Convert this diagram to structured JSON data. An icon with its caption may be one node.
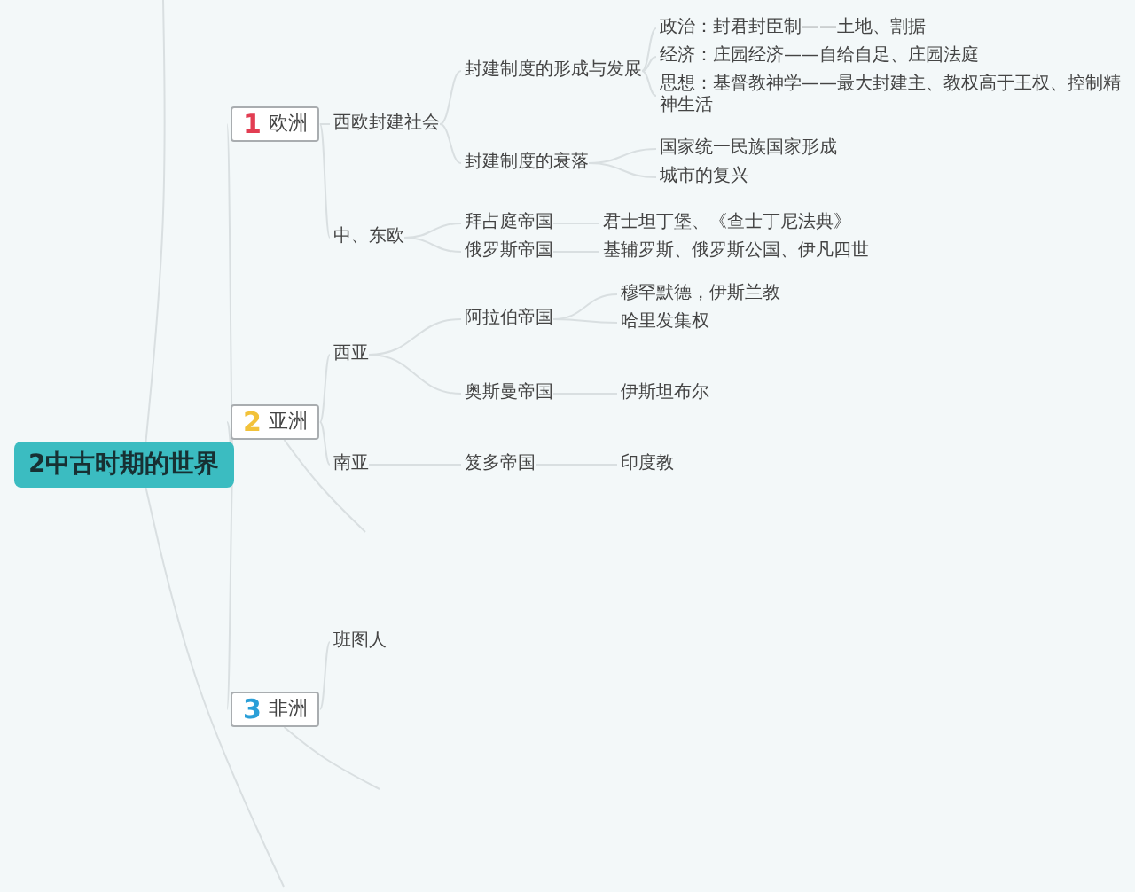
{
  "diagram": {
    "nodes": [
      {
        "text": [
          "2中古时期的世界"
        ]
      },
      {
        "text": [
          "1",
          "欧洲"
        ]
      },
      {
        "text": [
          "西欧封建社会"
        ]
      },
      {
        "text": [
          "封建制度的形成与发展"
        ]
      },
      {
        "text": [
          "政治：封君封臣制——土地、割据"
        ]
      },
      {
        "text": [
          "经济：庄园经济——自给自足、庄园法庭"
        ]
      },
      {
        "text": [
          "思想：基督教神学——最大封建主、教权高于王权、控制精神生活"
        ]
      },
      {
        "text": [
          "封建制度的衰落"
        ]
      },
      {
        "text": [
          "国家统一民族国家形成"
        ]
      },
      {
        "text": [
          "城市的复兴"
        ]
      },
      {
        "text": [
          "中、东欧"
        ]
      },
      {
        "text": [
          "拜占庭帝国"
        ]
      },
      {
        "text": [
          "俄罗斯帝国"
        ]
      },
      {
        "text": [
          "君士坦丁堡、《查士丁尼法典》"
        ]
      },
      {
        "text": [
          "基辅罗斯、俄罗斯公国、伊凡四世"
        ]
      },
      {
        "text": [
          "2",
          "亚洲"
        ]
      },
      {
        "text": [
          "西亚"
        ]
      },
      {
        "text": [
          "阿拉伯帝国"
        ]
      },
      {
        "text": [
          "穆罕默德，伊斯兰教"
        ]
      },
      {
        "text": [
          "哈里发集权"
        ]
      },
      {
        "text": [
          "奥斯曼帝国"
        ]
      },
      {
        "text": [
          "伊斯坦布尔"
        ]
      },
      {
        "text": [
          "南亚"
        ]
      },
      {
        "text": [
          "笈多帝国"
        ]
      },
      {
        "text": [
          "印度教"
        ]
      },
      {
        "text": [
          "3",
          "非洲"
        ]
      },
      {
        "text": [
          "班图人"
        ]
      }
    ],
    "edges": [
      {
        "from": 0,
        "to": 1,
        "arrow": "none"
      },
      {
        "from": 0,
        "to": 15,
        "arrow": "none"
      },
      {
        "from": 0,
        "to": 25,
        "arrow": "none"
      },
      {
        "from": 1,
        "to": 2,
        "arrow": "none"
      },
      {
        "from": 1,
        "to": 10,
        "arrow": "none"
      },
      {
        "from": 2,
        "to": 3,
        "arrow": "none"
      },
      {
        "from": 2,
        "to": 7,
        "arrow": "none"
      },
      {
        "from": 3,
        "to": 4,
        "arrow": "none"
      },
      {
        "from": 3,
        "to": 5,
        "arrow": "none"
      },
      {
        "from": 3,
        "to": 6,
        "arrow": "none"
      },
      {
        "from": 7,
        "to": 8,
        "arrow": "none"
      },
      {
        "from": 7,
        "to": 9,
        "arrow": "none"
      },
      {
        "from": 10,
        "to": 11,
        "arrow": "none"
      },
      {
        "from": 10,
        "to": 12,
        "arrow": "none"
      },
      {
        "from": 11,
        "to": 13,
        "arrow": "none"
      },
      {
        "from": 12,
        "to": 14,
        "arrow": "none"
      },
      {
        "from": 15,
        "to": 16,
        "arrow": "none"
      },
      {
        "from": 15,
        "to": 22,
        "arrow": "none"
      },
      {
        "from": 16,
        "to": 17,
        "arrow": "none"
      },
      {
        "from": 16,
        "to": 20,
        "arrow": "none"
      },
      {
        "from": 17,
        "to": 18,
        "arrow": "none"
      },
      {
        "from": 17,
        "to": 19,
        "arrow": "none"
      },
      {
        "from": 20,
        "to": 21,
        "arrow": "none"
      },
      {
        "from": 22,
        "to": 23,
        "arrow": "none"
      },
      {
        "from": 23,
        "to": 24,
        "arrow": "none"
      },
      {
        "from": 25,
        "to": 26,
        "arrow": "none"
      },
      {
        "from": 0,
        "to": null,
        "arrow": "none"
      },
      {
        "from": 0,
        "to": null,
        "arrow": "none"
      },
      {
        "from": 15,
        "to": null,
        "arrow": "none"
      },
      {
        "from": 25,
        "to": null,
        "arrow": "none"
      }
    ]
  }
}
